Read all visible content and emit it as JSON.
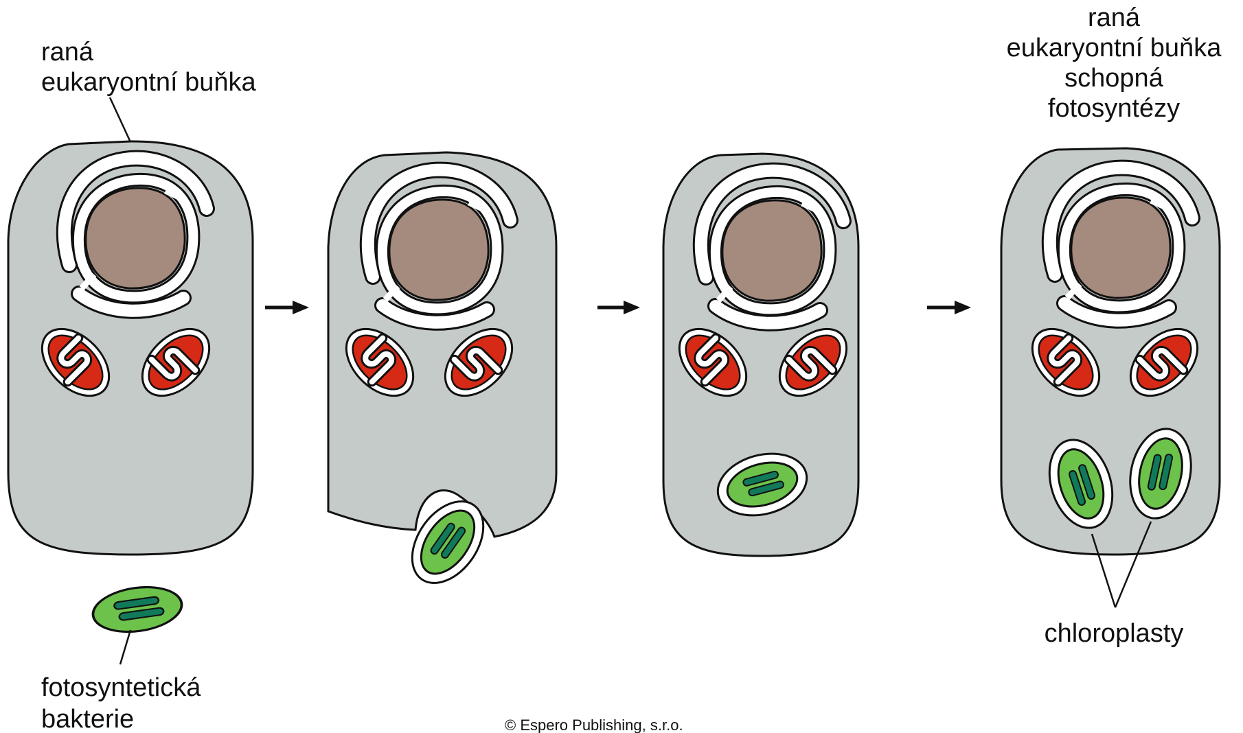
{
  "labels": {
    "early_cell_line1": "raná",
    "early_cell_line2": "eukaryontní buňka",
    "photo_cell_line1": "raná",
    "photo_cell_line2": "eukaryontní buňka",
    "photo_cell_line3": "schopná",
    "photo_cell_line4": "fotosyntézy",
    "bacterium_line1": "fotosyntetická",
    "bacterium_line2": "bakterie",
    "chloroplasts": "chloroplasty",
    "copyright": "© Espero Publishing, s.r.o."
  },
  "colors": {
    "cytoplasm": "#c5cbc8",
    "nucleus": "#a58a7e",
    "mitochondrion": "#d62a16",
    "chloroplast": "#6cc24a",
    "thylakoid": "#107a5a",
    "outline": "#111111"
  },
  "stages": [
    "bacterium outside cell",
    "cell engulfing bacterium",
    "bacterium inside cell",
    "cell with chloroplasts"
  ]
}
